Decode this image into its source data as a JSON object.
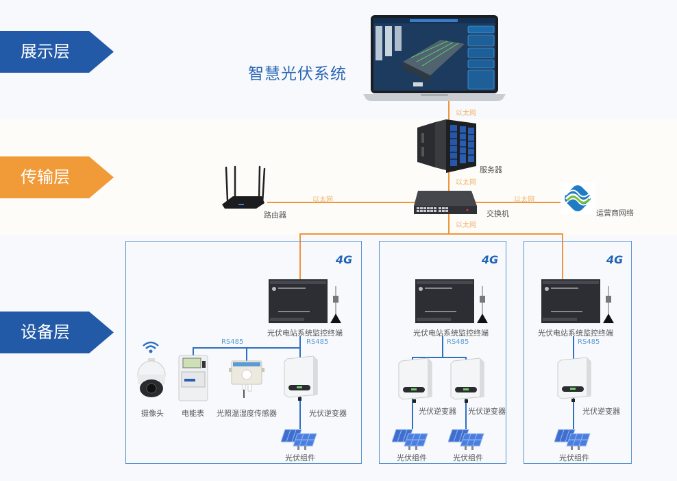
{
  "layers": {
    "display": "展示层",
    "transmission": "传输层",
    "device": "设备层"
  },
  "display": {
    "system_title": "智慧光伏系统"
  },
  "transmission": {
    "ethernet_label": "以太网",
    "server_label": "服务器",
    "switch_label": "交换机",
    "router_label": "路由器",
    "carrier_label": "运营商网络"
  },
  "device": {
    "terminal_label": "光伏电站系统监控终端",
    "rs485_label": "RS485",
    "badge_4g": "4G",
    "camera_label": "摄像头",
    "meter_label": "电能表",
    "sensor_label": "光照温湿度传感器",
    "inverter_label": "光伏逆变器",
    "pv_module_label": "光伏组件"
  },
  "colors": {
    "blue_tag": "#235aa8",
    "orange_tag": "#f19a38",
    "ethernet_line": "#f0953a",
    "rs485_line": "#2f6fc0",
    "box_border": "#5b92cf"
  }
}
